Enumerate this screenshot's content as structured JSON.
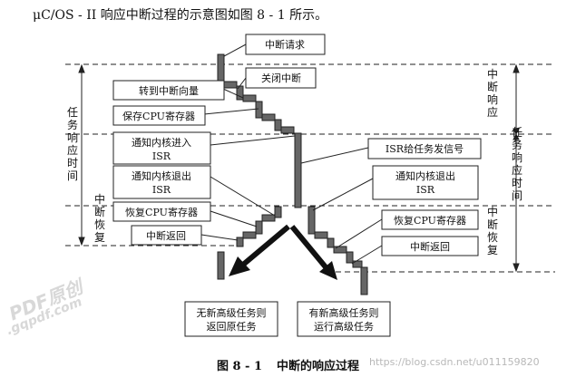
{
  "intro": "μC/OS - II 响应中断过程的示意图如图 8 - 1 所示。",
  "boxes": {
    "interrupt_request": "中断请求",
    "disable_interrupt": "关闭中断",
    "goto_vector": "转到中断向量",
    "save_cpu_regs": "保存CPU寄存器",
    "notify_kernel_enter_l1": "通知内核进入",
    "notify_kernel_enter_l2": "ISR",
    "notify_kernel_exit_l1": "通知内核退出",
    "notify_kernel_exit_l2": "ISR",
    "restore_cpu_regs_left": "恢复CPU寄存器",
    "interrupt_return_left": "中断返回",
    "isr_signal_task": "ISR给任务发信号",
    "notify_kernel_exit_right_l1": "通知内核退出",
    "notify_kernel_exit_right_l2": "ISR",
    "restore_cpu_regs_right": "恢复CPU寄存器",
    "interrupt_return_right": "中断返回",
    "no_higher_task_l1": "无新高级任务则",
    "no_higher_task_l2": "返回原任务",
    "higher_task_l1": "有新高级任务则",
    "higher_task_l2": "运行高级任务"
  },
  "side_labels": {
    "task_response_time_left": "任务响应时间",
    "interrupt_recovery": "中断恢复",
    "interrupt_response": "中断响应",
    "task_response_time_right": "任务响应时间",
    "interrupt_recovery_right": "中断恢复"
  },
  "caption": {
    "figure": "图 8 - 1",
    "title": "中断的响应过程"
  },
  "watermark": {
    "url": "https://blog.csdn.net/u011159820",
    "stamp_top": "PDF原创",
    "stamp_bottom": ".gqpdf.com"
  }
}
